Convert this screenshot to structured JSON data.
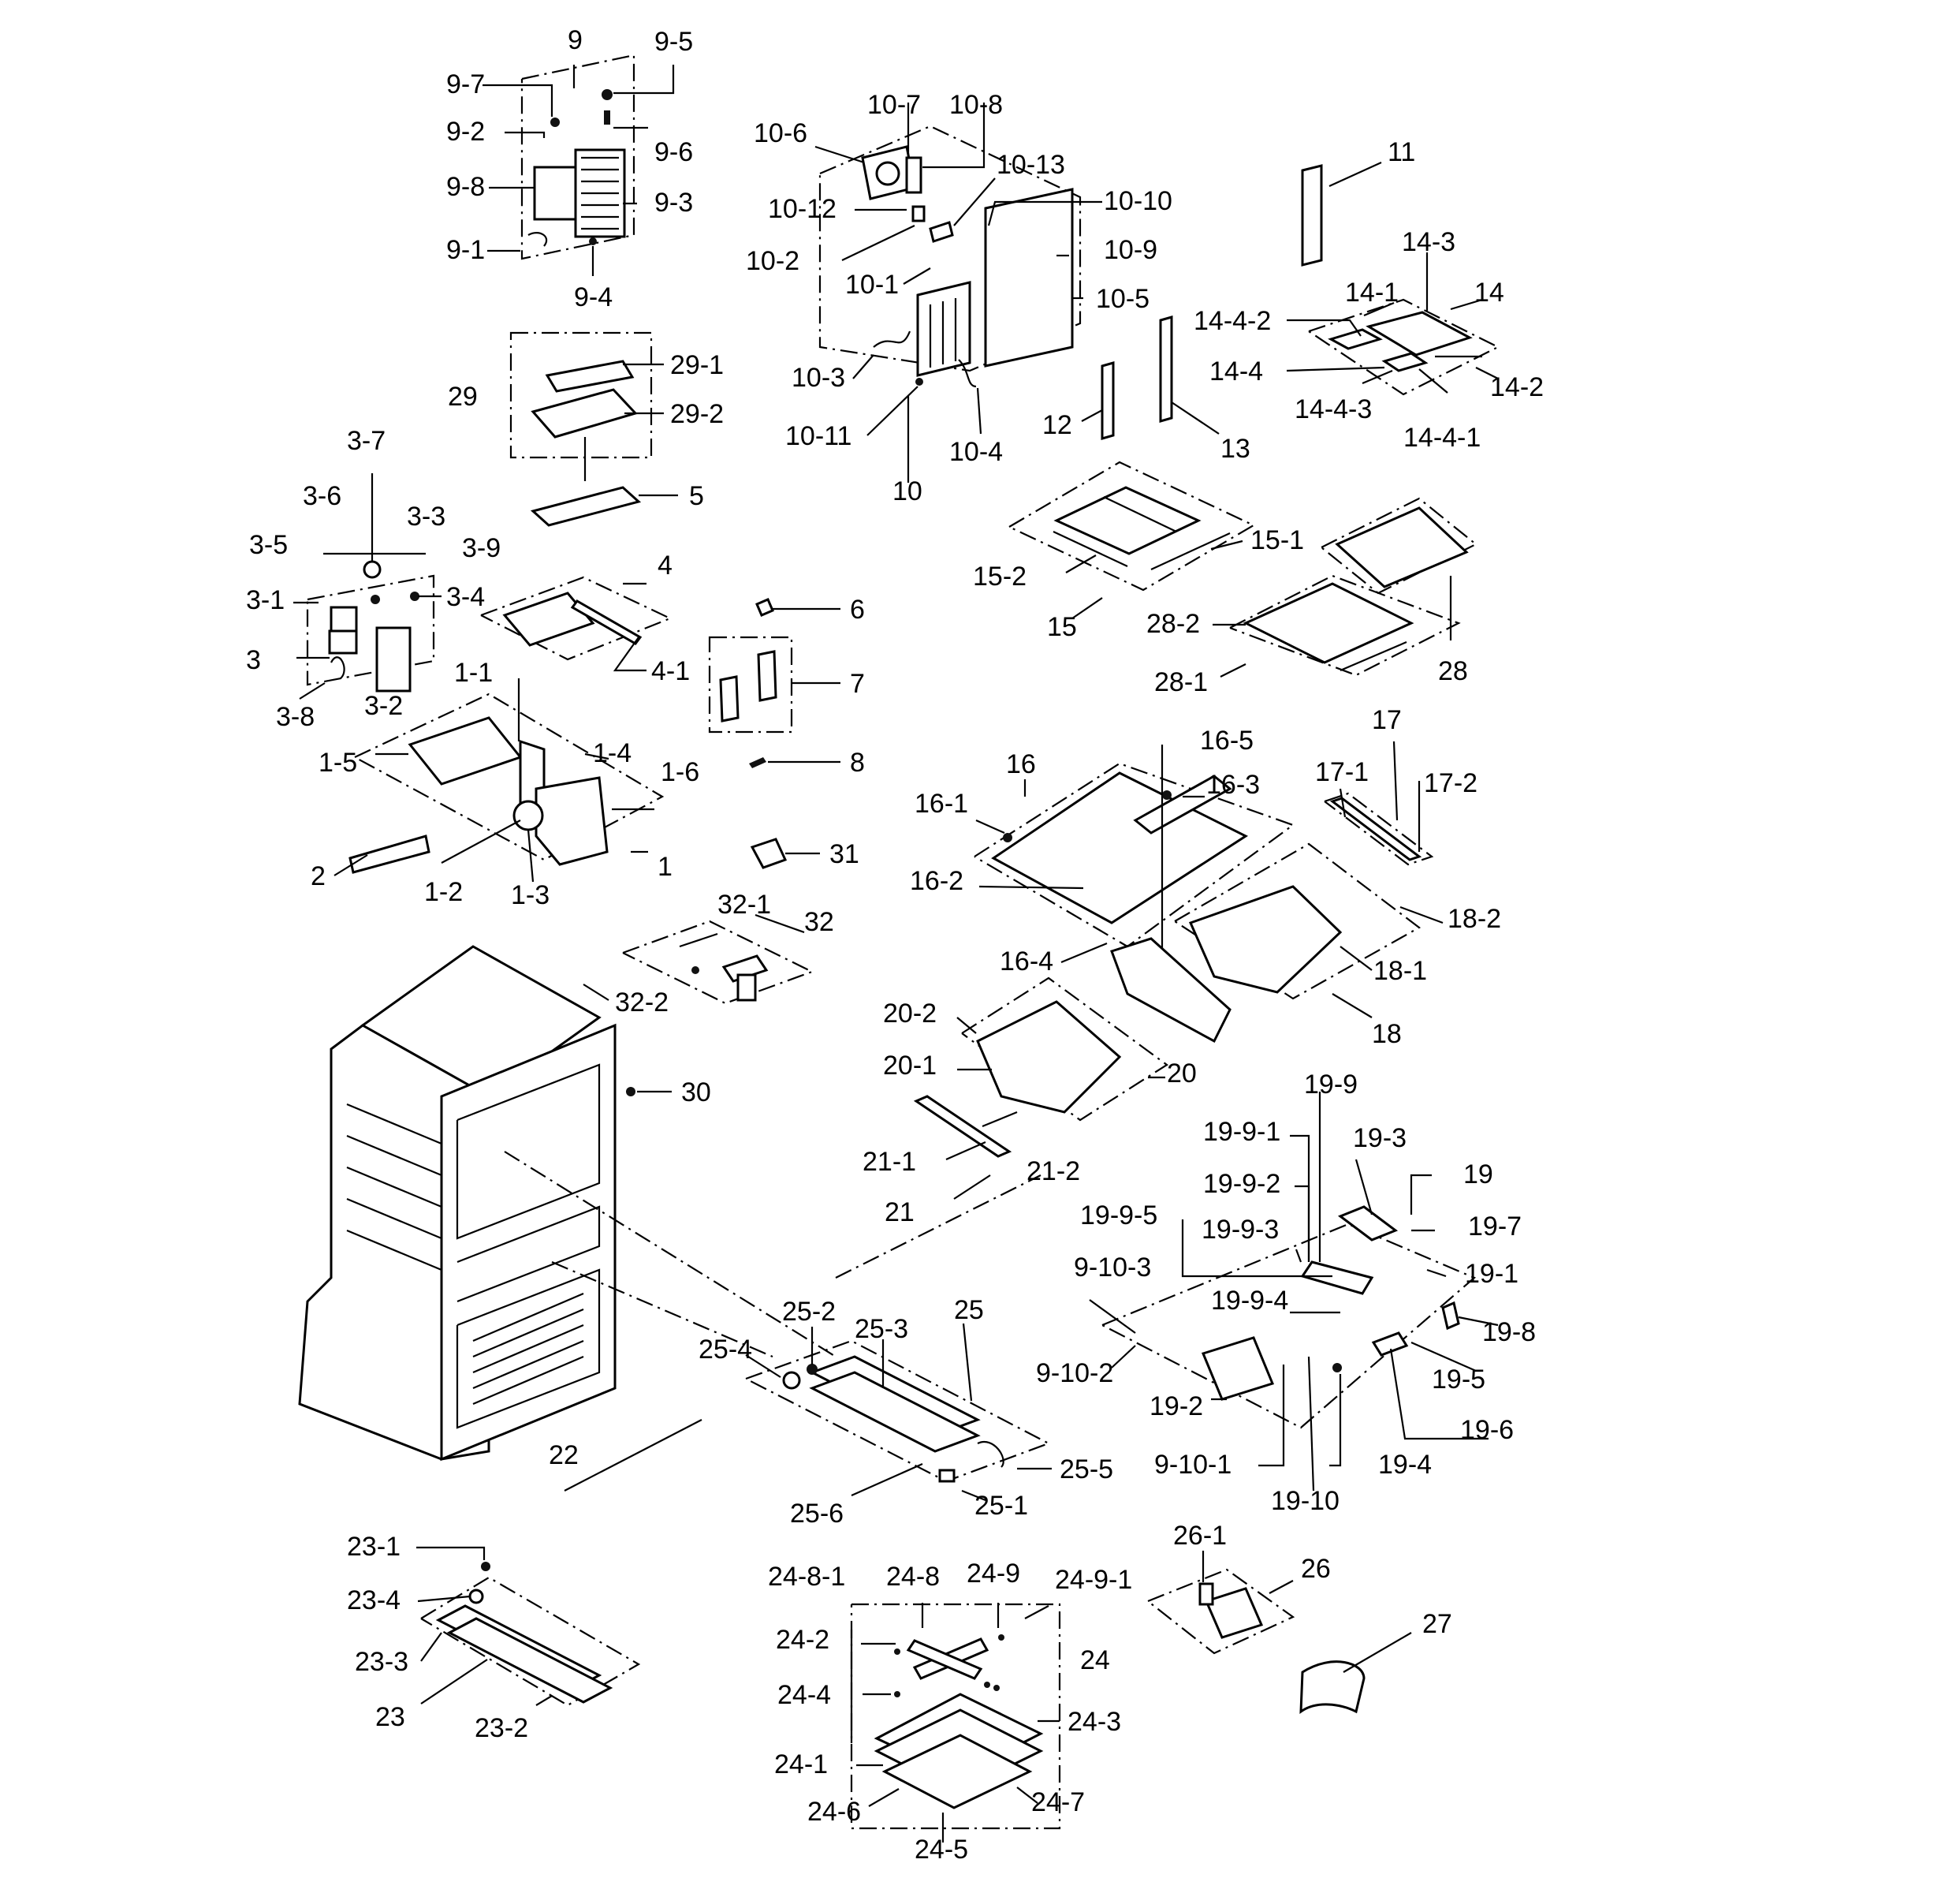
{
  "diagram": {
    "labels": {
      "p9": "9",
      "p9_5": "9-5",
      "p9_7": "9-7",
      "p9_2": "9-2",
      "p9_6": "9-6",
      "p9_8": "9-8",
      "p9_3": "9-3",
      "p9_1": "9-1",
      "p9_4": "9-4",
      "p29": "29",
      "p29_1": "29-1",
      "p29_2": "29-2",
      "p5": "5",
      "p3_7": "3-7",
      "p3_6": "3-6",
      "p3_3": "3-3",
      "p3_5": "3-5",
      "p3_9": "3-9",
      "p3_1": "3-1",
      "p3_4": "3-4",
      "p3": "3",
      "p3_2": "3-2",
      "p3_8": "3-8",
      "p4": "4",
      "p4_1": "4-1",
      "p6": "6",
      "p7": "7",
      "p8": "8",
      "p1_1": "1-1",
      "p1_5": "1-5",
      "p1_4": "1-4",
      "p1_6": "1-6",
      "p1": "1",
      "p2": "2",
      "p1_2": "1-2",
      "p1_3": "1-3",
      "p31": "31",
      "p32_1": "32-1",
      "p32": "32",
      "p32_2": "32-2",
      "p30": "30",
      "p22": "22",
      "p10_7": "10-7",
      "p10_8": "10-8",
      "p10_6": "10-6",
      "p10_13": "10-13",
      "p10_12": "10-12",
      "p10_10": "10-10",
      "p10_2": "10-2",
      "p10_9": "10-9",
      "p10_1": "10-1",
      "p10_5": "10-5",
      "p10_3": "10-3",
      "p10_11": "10-11",
      "p10_4": "10-4",
      "p10": "10",
      "p11": "11",
      "p12": "12",
      "p13": "13",
      "p14_3": "14-3",
      "p14_1": "14-1",
      "p14": "14",
      "p14_4_2": "14-4-2",
      "p14_4": "14-4",
      "p14_2": "14-2",
      "p14_4_3": "14-4-3",
      "p14_4_1": "14-4-1",
      "p15_1": "15-1",
      "p15_2": "15-2",
      "p15": "15",
      "p28_2": "28-2",
      "p28_1": "28-1",
      "p28": "28",
      "p16": "16",
      "p16_5": "16-5",
      "p16_3": "16-3",
      "p16_1": "16-1",
      "p16_2": "16-2",
      "p16_4": "16-4",
      "p17": "17",
      "p17_1": "17-1",
      "p17_2": "17-2",
      "p18_2": "18-2",
      "p18_1": "18-1",
      "p18": "18",
      "p20_2": "20-2",
      "p20_1": "20-1",
      "p20": "20",
      "p21_1": "21-1",
      "p21_2": "21-2",
      "p21": "21",
      "p19_9": "19-9",
      "p19_9_1": "19-9-1",
      "p19_3": "19-3",
      "p19": "19",
      "p19_9_2": "19-9-2",
      "p19_7": "19-7",
      "p19_9_5": "19-9-5",
      "p19_9_3": "19-9-3",
      "p19_1": "19-1",
      "p9_10_3": "9-10-3",
      "p19_9_4": "19-9-4",
      "p19_8": "19-8",
      "p9_10_2": "9-10-2",
      "p19_5": "19-5",
      "p19_2": "19-2",
      "p19_6": "19-6",
      "p9_10_1": "9-10-1",
      "p19_4": "19-4",
      "p19_10": "19-10",
      "p25_2": "25-2",
      "p25_3": "25-3",
      "p25": "25",
      "p25_4": "25-4",
      "p25_5": "25-5",
      "p25_6": "25-6",
      "p25_1": "25-1",
      "p23_1": "23-1",
      "p23_4": "23-4",
      "p23_3": "23-3",
      "p23": "23",
      "p23_2": "23-2",
      "p24_8_1": "24-8-1",
      "p24_8": "24-8",
      "p24_9": "24-9",
      "p24_9_1": "24-9-1",
      "p24_2": "24-2",
      "p24": "24",
      "p24_4": "24-4",
      "p24_3": "24-3",
      "p24_1": "24-1",
      "p24_7": "24-7",
      "p24_6": "24-6",
      "p24_5": "24-5",
      "p26_1": "26-1",
      "p26": "26",
      "p27": "27"
    }
  }
}
